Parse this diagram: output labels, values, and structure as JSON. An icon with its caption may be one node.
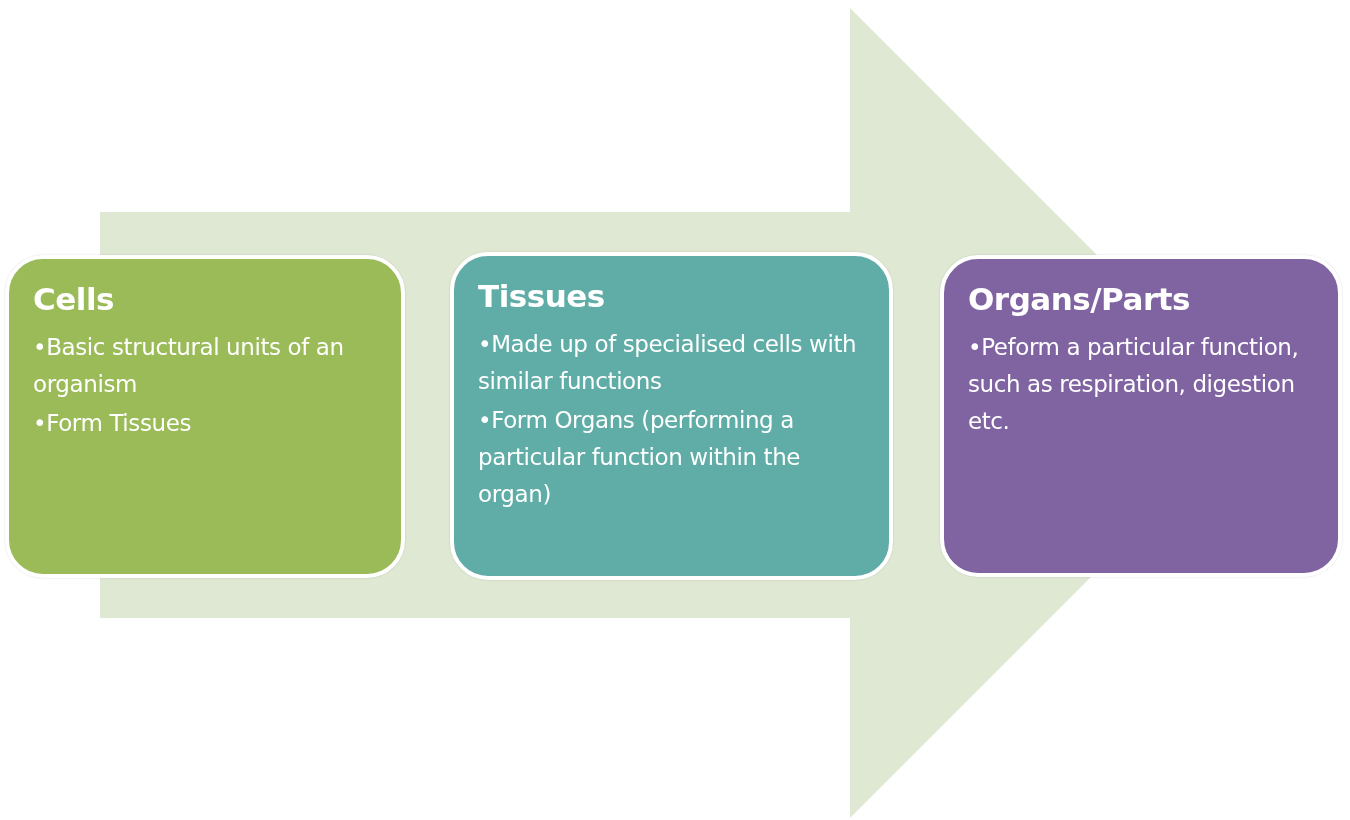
{
  "diagram": {
    "nodes": [
      {
        "text": [
          "Cells",
          "•Basic structural units of an organism",
          "•Form Tissues"
        ]
      },
      {
        "text": [
          "Tissues",
          "•Made up of specialised cells with similar functions",
          "•Form Organs (performing a particular function within the organ)"
        ]
      },
      {
        "text": [
          "Organs/Parts",
          "•Peform a particular function, such as respiration, digestion etc."
        ]
      }
    ],
    "edges": [
      {
        "from": 0,
        "to": 2,
        "arrow": "to"
      }
    ]
  }
}
